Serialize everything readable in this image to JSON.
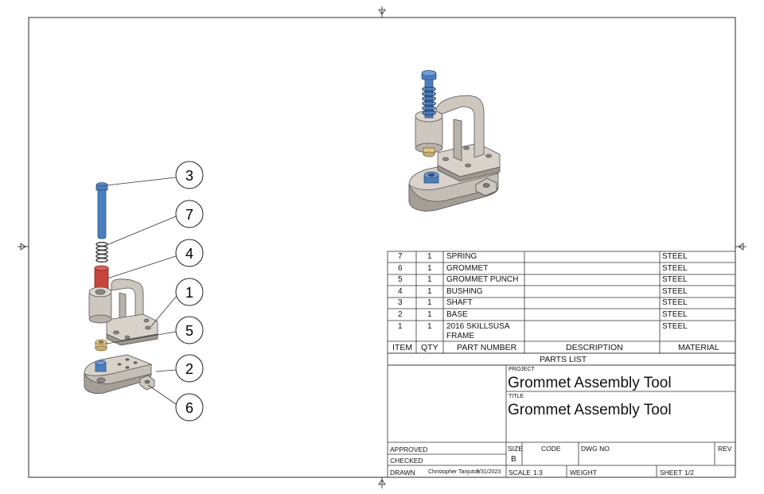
{
  "balloons": [
    "3",
    "7",
    "4",
    "1",
    "5",
    "2",
    "6"
  ],
  "parts_list": {
    "rows": [
      {
        "item": "7",
        "qty": "1",
        "part": "SPRING",
        "description": "",
        "material": "STEEL"
      },
      {
        "item": "6",
        "qty": "1",
        "part": "GROMMET",
        "description": "",
        "material": "STEEL"
      },
      {
        "item": "5",
        "qty": "1",
        "part": "GROMMET PUNCH",
        "description": "",
        "material": "STEEL"
      },
      {
        "item": "4",
        "qty": "1",
        "part": "BUSHING",
        "description": "",
        "material": "STEEL"
      },
      {
        "item": "3",
        "qty": "1",
        "part": "SHAFT",
        "description": "",
        "material": "STEEL"
      },
      {
        "item": "2",
        "qty": "1",
        "part": "BASE",
        "description": "",
        "material": "STEEL"
      },
      {
        "item": "1",
        "qty": "1",
        "part": "2016 SKILLSUSA FRAME",
        "description": "",
        "material": "STEEL"
      }
    ],
    "headers": {
      "item": "ITEM",
      "qty": "QTY",
      "part": "PART NUMBER",
      "description": "DESCRIPTION",
      "material": "MATERIAL"
    },
    "title": "PARTS LIST"
  },
  "title_block": {
    "project_label": "PROJECT",
    "project": "Grommet Assembly Tool",
    "title_label": "TITLE",
    "title": "Grommet Assembly Tool",
    "approved_label": "APPROVED",
    "checked_label": "CHECKED",
    "drawn_label": "DRAWN",
    "drawn_by": "Christopher Tanjutco",
    "drawn_date": "3/31/2023",
    "size_label": "SIZE",
    "size": "B",
    "code_label": "CODE",
    "dwg_label": "DWG NO",
    "rev_label": "REV",
    "scale_label": "SCALE",
    "scale": "1:3",
    "weight_label": "WEIGHT",
    "sheet_label": "SHEET",
    "sheet": "1/2"
  },
  "colors": {
    "frame": "#2a2a2a",
    "body": "#cdc7c0",
    "body_dark": "#8f8881",
    "shaft": "#4c7fbd",
    "bushing": "#c8453b",
    "punch": "#e0c58e"
  }
}
